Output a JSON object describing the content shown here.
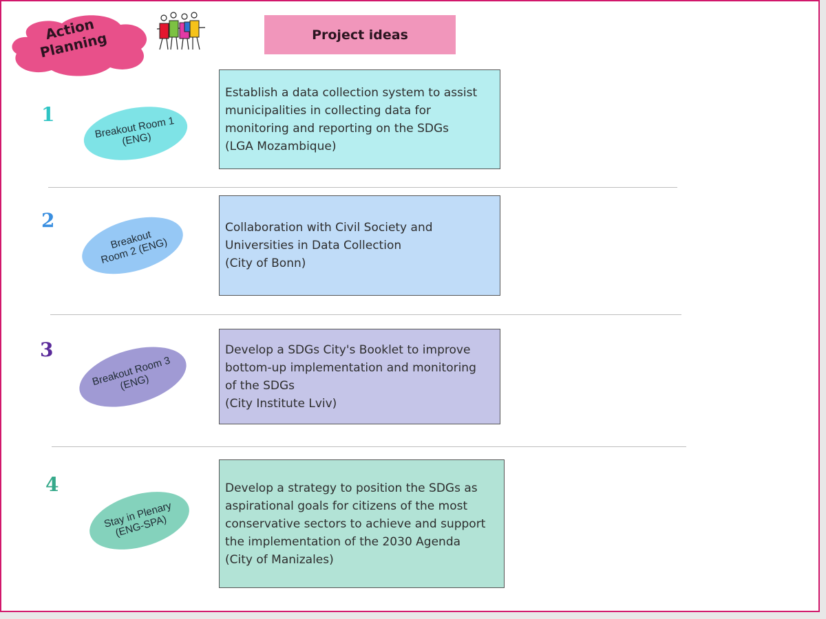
{
  "title_cloud": {
    "text": "Action Planning",
    "color": "#e8508a"
  },
  "header": {
    "label": "Project ideas",
    "color": "#f196bb"
  },
  "rows": [
    {
      "number": "1",
      "number_color": "#2fc4c4",
      "room": "Breakout Room 1 (ENG)",
      "room_color": "#7ee3e6",
      "card_color": "#b6eef0",
      "lines": [
        "Establish a data collection system to assist",
        "municipalities in collecting data for",
        "monitoring and reporting on the SDGs",
        "(LGA Mozambique)"
      ]
    },
    {
      "number": "2",
      "number_color": "#3a8fe0",
      "room": "Breakout Room 2 (ENG)",
      "room_color": "#96c8f5",
      "card_color": "#c0dcf8",
      "lines": [
        "Collaboration with Civil Society and",
        "Universities in Data Collection",
        "(City of Bonn)"
      ]
    },
    {
      "number": "3",
      "number_color": "#5a2a9a",
      "room": "Breakout Room 3 (ENG)",
      "room_color": "#a09ad4",
      "card_color": "#c5c5e8",
      "lines": [
        "Develop a SDGs City's Booklet to improve",
        "bottom-up implementation and monitoring",
        "of the SDGs",
        "(City Institute Lviv)"
      ]
    },
    {
      "number": "4",
      "number_color": "#35a98a",
      "room": "Stay in Plenary (ENG-SPA)",
      "room_color": "#84d2bc",
      "card_color": "#b2e3d6",
      "lines": [
        "Develop a strategy to position the SDGs as",
        "aspirational goals for citizens of the most",
        "conservative sectors to achieve and support",
        "the implementation of the 2030 Agenda",
        "(City of Manizales)"
      ]
    }
  ],
  "icons": {
    "people": "people-group-icon"
  }
}
